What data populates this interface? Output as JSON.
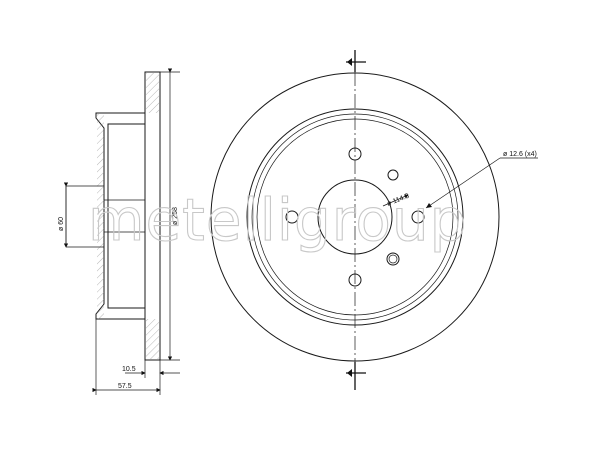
{
  "watermark": "metelligroup",
  "dimensions": {
    "diameter_center": "ø 60",
    "diameter_outer": "ø 258",
    "thickness": "10.5",
    "total_height": "57.5",
    "pcd": "ø 114.3",
    "holes": "ø 12.6 (x4)"
  }
}
